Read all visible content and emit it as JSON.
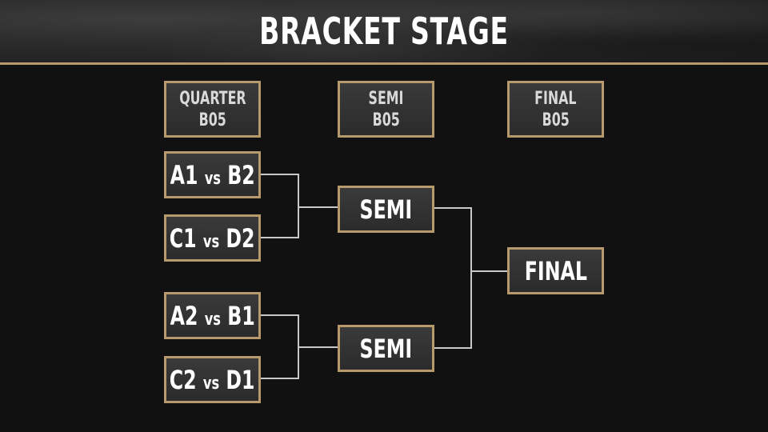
{
  "title": "BRACKET STAGE",
  "rounds": [
    {
      "name": "QUARTER",
      "format": "B05"
    },
    {
      "name": "SEMI",
      "format": "B05"
    },
    {
      "name": "FINAL",
      "format": "B05"
    }
  ],
  "quarterfinals": [
    {
      "a": "A1",
      "vs": "vs",
      "b": "B2"
    },
    {
      "a": "C1",
      "vs": "vs",
      "b": "D2"
    },
    {
      "a": "A2",
      "vs": "vs",
      "b": "B1"
    },
    {
      "a": "C2",
      "vs": "vs",
      "b": "D1"
    }
  ],
  "semifinals": [
    "SEMI",
    "SEMI"
  ],
  "final": "FINAL",
  "colors": {
    "border": "#b79a6c",
    "connector": "#c8c8c8",
    "box_fill": "#333333",
    "background": "#121111"
  }
}
